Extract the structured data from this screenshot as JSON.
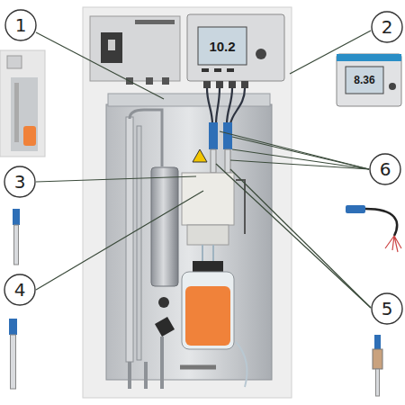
{
  "diagram": {
    "nodes": [
      {
        "text": [
          "1"
        ]
      },
      {
        "text": [
          "2"
        ]
      },
      {
        "text": [
          "3"
        ]
      },
      {
        "text": [
          "6"
        ]
      },
      {
        "text": [
          "4"
        ]
      },
      {
        "text": [
          "5"
        ]
      }
    ],
    "labels": [
      "10.2",
      "8.36"
    ]
  }
}
